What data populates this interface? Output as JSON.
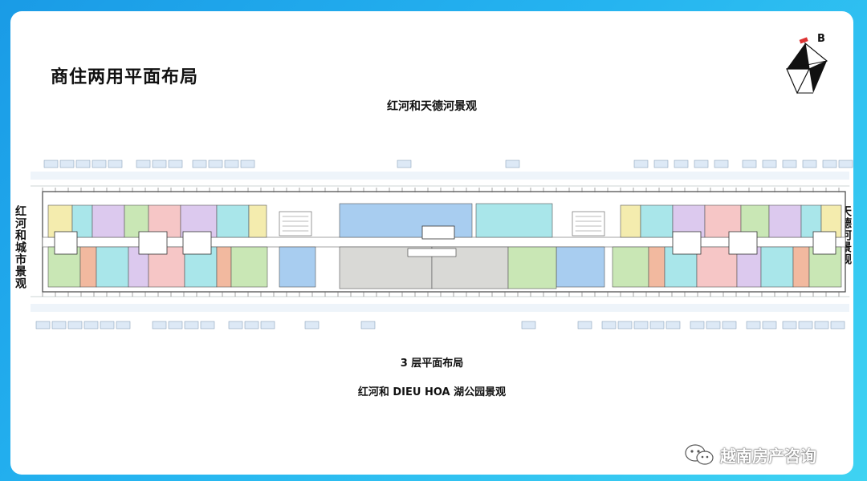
{
  "title": "商住两用平面布局",
  "labels": {
    "top": "红河和天德河景观",
    "floor": "3 层平面布局",
    "bottom": "红河和 DIEU HOA 湖公园景观",
    "left": "红河和城市景观",
    "right": "天德河景观"
  },
  "compass": {
    "letter": "B"
  },
  "watermark": {
    "text": "越南房产咨询",
    "icon": "wechat-icon"
  },
  "colors": {
    "background": "#1f9fe8",
    "unit_green": "#c9e7b5",
    "unit_pink": "#f6c6c6",
    "unit_lavender": "#dcc9ee",
    "unit_cyan": "#a9e6ea",
    "unit_yellow": "#f4ecae",
    "unit_salmon": "#f2b99f",
    "commercial_blue": "#a8cdf0",
    "lobby_grey": "#d9d9d6"
  }
}
